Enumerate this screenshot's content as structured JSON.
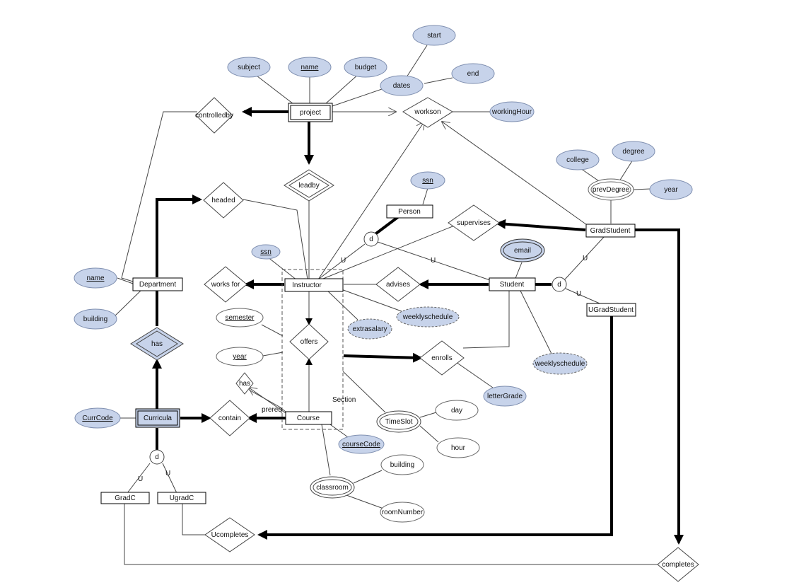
{
  "entities": {
    "project": "project",
    "person": "Person",
    "department": "Department",
    "instructor": "Instructor",
    "student": "Student",
    "gradstudent": "GradStudent",
    "ugradstudent": "UGradStudent",
    "curricula": "Curricula",
    "course": "Course",
    "gradc": "GradC",
    "ugradc": "UgradC"
  },
  "relationships": {
    "controlledby": "controlledby",
    "workson": "workson",
    "leadby": "leadby",
    "headed": "headed",
    "supervises": "supervises",
    "worksfor": "works for",
    "advises": "advises",
    "offers": "offers",
    "enrolls": "enrolls",
    "has_small": "has",
    "has_curr": "has",
    "contain": "contain",
    "ucompletes": "Ucompletes",
    "completes": "completes"
  },
  "attributes": {
    "subject": "subject",
    "name_project": "name",
    "budget": "budget",
    "dates": "dates",
    "start": "start",
    "end": "end",
    "workinghour": "workingHour",
    "college": "college",
    "degree": "degree",
    "prevdegree": "prevDegree",
    "year_prev": "year",
    "ssn_person": "ssn",
    "ssn_instr": "ssn",
    "email": "email",
    "name_dept": "name",
    "building_dept": "building",
    "semester": "semester",
    "year_section": "year",
    "extrasalary": "extrasalary",
    "weekly_instr": "weeklyschedule",
    "weekly_student": "weeklyschedule",
    "lettergrade": "letterGrade",
    "timeslot": "TimeSlot",
    "day": "day",
    "hour": "hour",
    "coursecode": "courseCode",
    "currcode": "CurrCode",
    "classroom": "classroom",
    "building_class": "building",
    "roomnumber": "roomNumber"
  },
  "labels": {
    "section": "Section",
    "prereq": "prereq",
    "d_person": "d",
    "d_student": "d",
    "d_curr": "d",
    "u": "U"
  },
  "colors": {
    "attribute_fill": "#c7d3ea",
    "attribute_stroke": "#7f8fb0",
    "plain_fill": "#ffffff",
    "line": "#333333"
  }
}
